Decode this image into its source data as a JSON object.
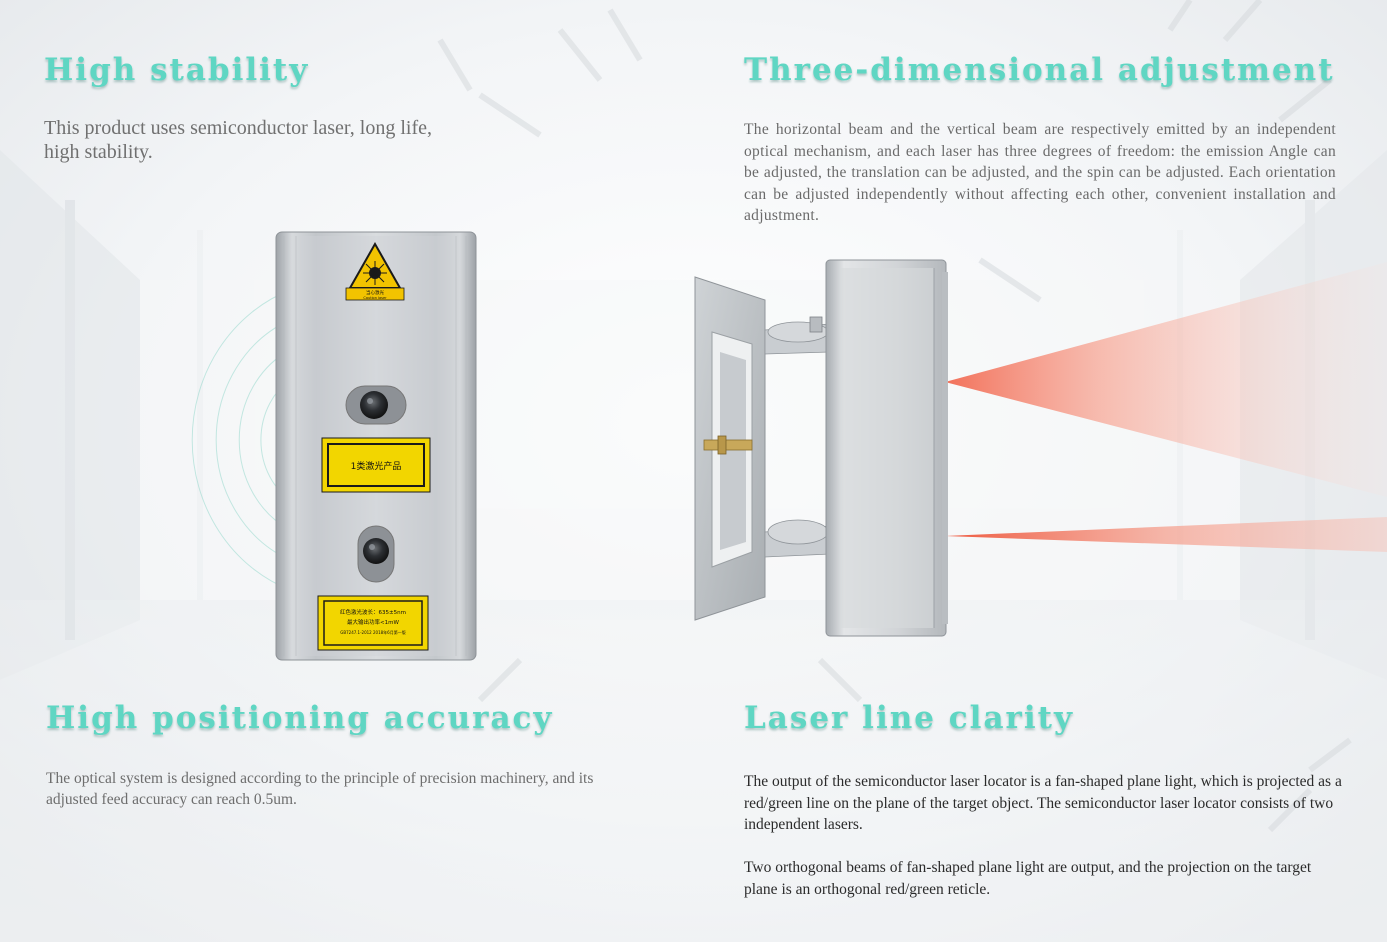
{
  "sections": {
    "stability": {
      "title": "High stability",
      "text": "This product uses semiconductor laser, long life, high stability."
    },
    "adjustment": {
      "title": "Three-dimensional adjustment",
      "text": "The horizontal beam and the vertical beam are respectively emitted by an independent optical mechanism, and each laser has three degrees of freedom: the emission Angle can be adjusted, the translation can be adjusted, and the spin can be adjusted. Each orientation can be adjusted independently without affecting each other, convenient installation and adjustment."
    },
    "accuracy": {
      "title": "High positioning accuracy",
      "text": "The optical system is designed according to the principle of precision machinery, and its adjusted feed accuracy can reach 0.5um."
    },
    "clarity": {
      "title": "Laser line clarity",
      "text1": "The output of the semiconductor laser locator is a fan-shaped plane light, which is projected as a red/green line on the plane of the target object. The semiconductor laser locator consists of two independent lasers.",
      "text2": "Two orthogonal beams of fan-shaped plane light are output, and the projection on the target plane is an orthogonal red/green reticle."
    }
  },
  "labels": {
    "warning_top": "当心激光",
    "warning_bottom": "Caution laser",
    "class_label": "1类激光产品",
    "spec_line1": "红色激光波长：635±5nm",
    "spec_line2": "最大输出功率<1mW",
    "spec_line3": "GB7247.1-2012 2018年6月第一版"
  },
  "colors": {
    "accent": "#5fd6c3",
    "laser_red": "#f26a52"
  }
}
